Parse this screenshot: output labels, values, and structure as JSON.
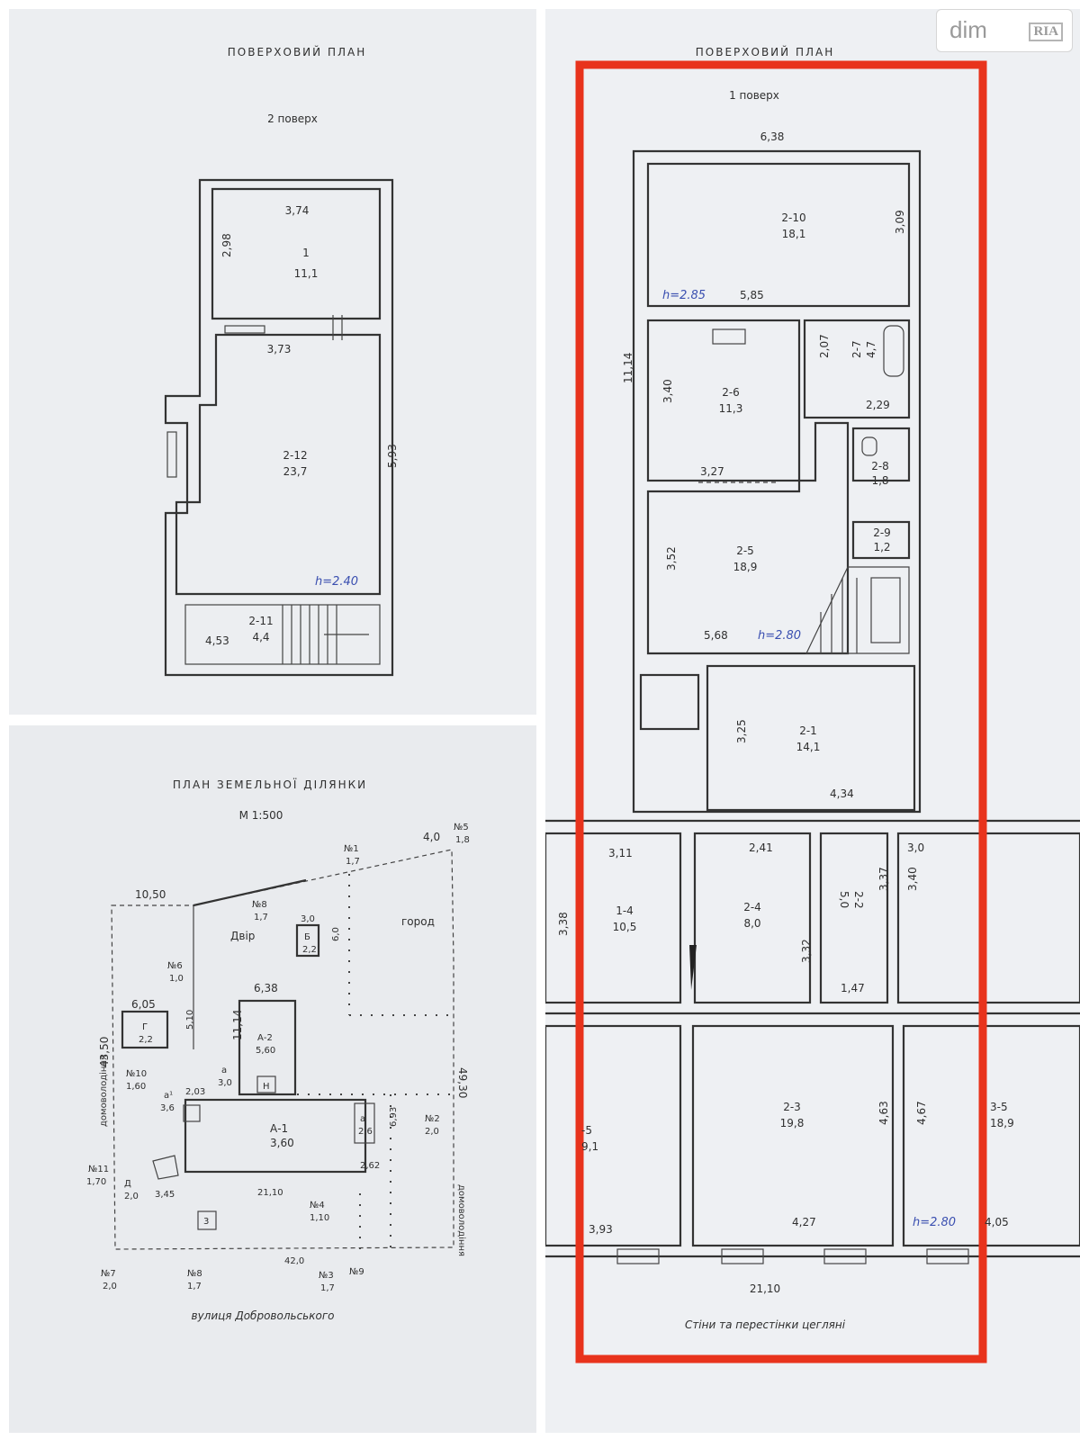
{
  "watermark": {
    "left": "dim",
    "right": "RIA"
  },
  "highlight_color": "#e8331c",
  "floor2": {
    "title": "ПОВЕРХОВИЙ ПЛАН",
    "subtitle": "2 поверх",
    "dims": {
      "d374": "3,74",
      "d298": "2,98",
      "d373": "3,73",
      "d593": "5,93",
      "d453": "4,53"
    },
    "rooms": [
      {
        "code": "1",
        "area": "11,1"
      },
      {
        "code": "2-12",
        "area": "23,7"
      },
      {
        "code": "2-11",
        "area": "4,4"
      }
    ],
    "height": "h=2.40"
  },
  "site": {
    "title": "ПЛАН ЗЕМЕЛЬНОЇ ДІЛЯНКИ",
    "scale": "М 1:500",
    "labels": {
      "dvir": "Двір",
      "gorod": "город",
      "neighbor_left": "домоволодіння",
      "neighbor_right": "домоволодіння",
      "street": "вулиця Добровольського"
    },
    "dims": {
      "d1050": "10,50",
      "d40": "4,0",
      "d30": "3,0",
      "d60": "6,0",
      "d638": "6,38",
      "d605": "6,05",
      "d510": "5,10",
      "d1114": "11,14",
      "d4350": "43,50",
      "d4930": "49,30",
      "d203": "2,03",
      "d693": "6,93",
      "d262": "2,62",
      "d2110": "21,10",
      "d345": "3,45",
      "d420": "42,0"
    },
    "points": [
      {
        "no": "№1",
        "v": "1,7"
      },
      {
        "no": "№5",
        "v": "1,8"
      },
      {
        "no": "№8",
        "v": "1,7"
      },
      {
        "no": "№6",
        "v": "1,0"
      },
      {
        "no": "№10",
        "v": "1,60"
      },
      {
        "no": "№11",
        "v": "1,70"
      },
      {
        "no": "№2",
        "v": "2,0"
      },
      {
        "no": "№4",
        "v": "1,10"
      },
      {
        "no": "№7",
        "v": "2,0"
      },
      {
        "no": "№8",
        "v": "1,7"
      },
      {
        "no": "№3",
        "v": "1,7"
      },
      {
        "no": "№9",
        "v": ""
      }
    ],
    "buildings": [
      {
        "code": "Б",
        "v": "2,2"
      },
      {
        "code": "Г",
        "v": "2,2"
      },
      {
        "code": "А-2",
        "v": "5,60"
      },
      {
        "code": "а",
        "v": "3,0"
      },
      {
        "code": "Н",
        "v": ""
      },
      {
        "code": "а¹",
        "v": "3,6"
      },
      {
        "code": "А-1",
        "v": "3,60"
      },
      {
        "code": "а",
        "v": "2,6"
      },
      {
        "code": "Д",
        "v": "2,0"
      },
      {
        "code": "3",
        "v": ""
      }
    ]
  },
  "floor1": {
    "title": "ПОВЕРХОВИЙ ПЛАН",
    "subtitle": "1 поверх",
    "dims": {
      "d638": "6,38",
      "d309": "3,09",
      "d585": "5,85",
      "d1114": "11,14",
      "d340": "3,40",
      "d207": "2,07",
      "d229": "2,29",
      "d327": "3,27",
      "d352": "3,52",
      "d568": "5,68",
      "d325": "3,25",
      "d434": "4,34",
      "d311": "3,11",
      "d241": "2,41",
      "d30x": "3,0",
      "d338": "3,38",
      "d337": "3,37",
      "d340b": "3,40",
      "d332": "3,32",
      "d147": "1,47",
      "d463": "4,63",
      "d467": "4,67",
      "d393": "3,93",
      "d427": "4,27",
      "d405": "4,05",
      "d2110": "21,10"
    },
    "rooms": [
      {
        "code": "2-10",
        "area": "18,1"
      },
      {
        "code": "2-6",
        "area": "11,3"
      },
      {
        "code": "2-7",
        "area": "4,7"
      },
      {
        "code": "2-8",
        "area": "1,8"
      },
      {
        "code": "2-9",
        "area": "1,2"
      },
      {
        "code": "2-5",
        "area": "18,9"
      },
      {
        "code": "2-1",
        "area": "14,1"
      },
      {
        "code": "1-4",
        "area": "10,5"
      },
      {
        "code": "2-4",
        "area": "8,0"
      },
      {
        "code": "2-2",
        "area": "5,0"
      },
      {
        "code": "2-3",
        "area": "19,8"
      },
      {
        "code": "-5",
        "area": "9,1"
      },
      {
        "code": "3-5",
        "area": "18,9"
      }
    ],
    "heights": {
      "h1": "h=2.85",
      "h2": "h=2.80",
      "h3": "h=2.80"
    },
    "footer": "Стіни та перестінки цегляні"
  }
}
